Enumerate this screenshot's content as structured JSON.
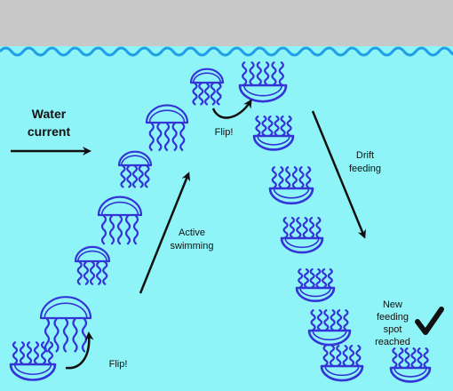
{
  "colors": {
    "sky": "#c8c8c8",
    "water": "#8ff4f8",
    "wave": "#1f9fe6",
    "jellyfish": "#3434d6",
    "arrow": "#111111"
  },
  "labels": {
    "water_current_line1": "Water",
    "water_current_line2": "current",
    "active_swimming_line1": "Active",
    "active_swimming_line2": "swimming",
    "drift_feeding_line1": "Drift",
    "drift_feeding_line2": "feeding",
    "flip_top": "Flip!",
    "flip_bottom": "Flip!",
    "new_spot_line1": "New",
    "new_spot_line2": "feeding",
    "new_spot_line3": "spot",
    "new_spot_line4": "reached"
  },
  "icons": {
    "jellyfish_swimming": "medusa-bell-down-icon",
    "jellyfish_upside_down": "medusa-bell-up-icon",
    "checkmark": "checkmark-icon"
  }
}
